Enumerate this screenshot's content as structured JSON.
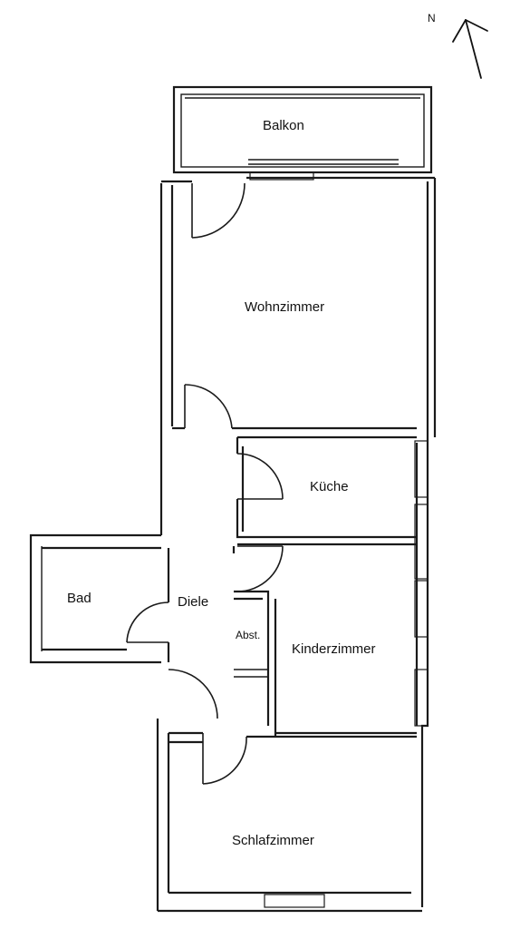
{
  "compass": {
    "label": "N"
  },
  "rooms": {
    "balkon": "Balkon",
    "wohnzimmer": "Wohnzimmer",
    "kueche": "Küche",
    "bad": "Bad",
    "diele": "Diele",
    "abstellraum": "Abst.",
    "kinderzimmer": "Kinderzimmer",
    "schlafzimmer": "Schlafzimmer"
  }
}
